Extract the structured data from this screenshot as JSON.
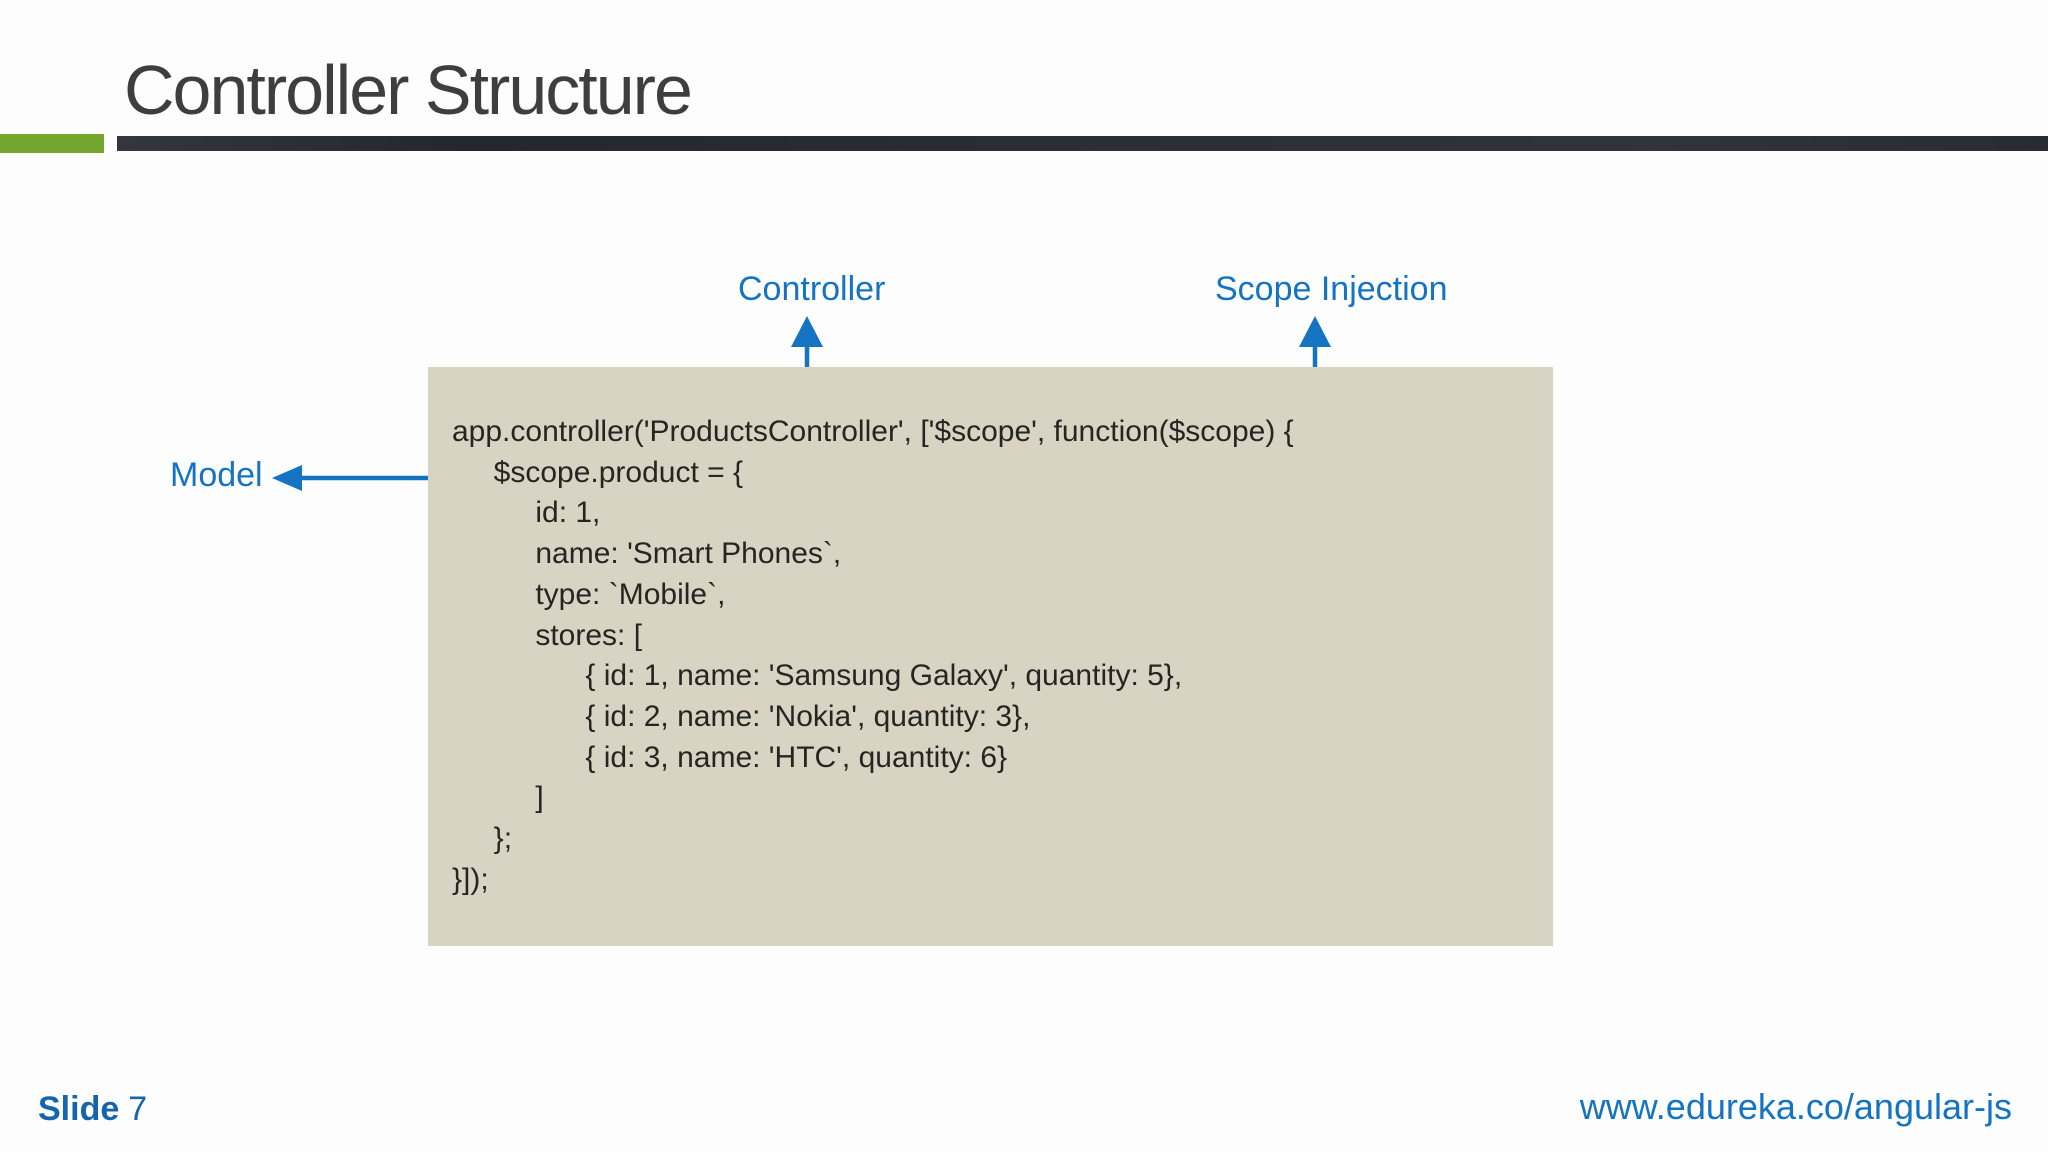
{
  "slide": {
    "title": "Controller Structure",
    "footer": {
      "slide_label": "Slide",
      "slide_number": "7",
      "url": "www.edureka.co/angular-js"
    }
  },
  "annotations": {
    "controller": "Controller",
    "scope_injection": "Scope Injection",
    "model": "Model"
  },
  "code_block": {
    "lines": [
      "app.controller('ProductsController', ['$scope', function($scope) {",
      "     $scope.product = {",
      "          id: 1,",
      "          name: 'Smart Phones`,",
      "          type: `Mobile`,",
      "          stores: [",
      "                { id: 1, name: 'Samsung Galaxy', quantity: 5},",
      "                { id: 2, name: 'Nokia', quantity: 3},",
      "                { id: 3, name: 'HTC', quantity: 6}",
      "          ]",
      "     };",
      "}]);"
    ]
  },
  "colors": {
    "accent_blue": "#1474c2",
    "title_text": "#3e3e3e",
    "green_bar": "#74a52f",
    "dark_bar": "#24282e",
    "code_background": "#d8d3c2",
    "code_text": "#262521",
    "footer_blue": "#1565ad"
  }
}
